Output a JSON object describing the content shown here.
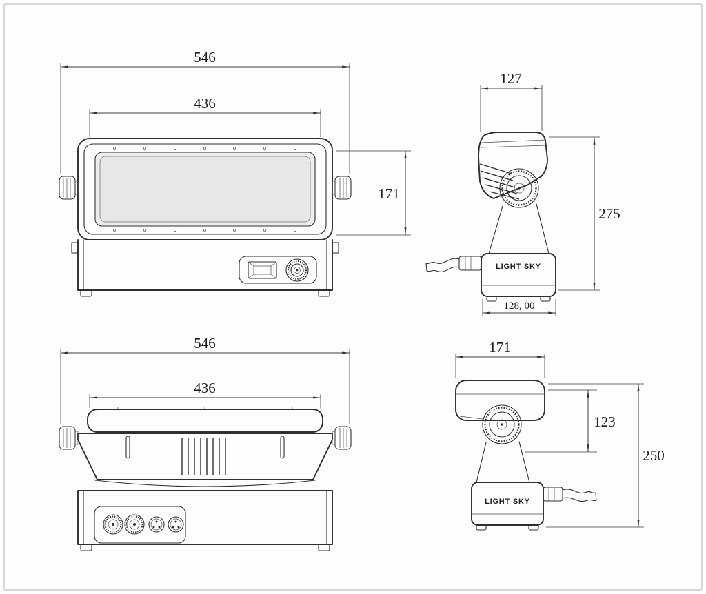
{
  "colors": {
    "line": "#2e2e2e",
    "dimension": "#3a3a3a",
    "screen_fill": "#ededed",
    "frame_border": "#d6d6d6"
  },
  "front_view": {
    "dim_overall_width": "546",
    "dim_inner_width": "436",
    "dim_height": "171"
  },
  "side_view_upper": {
    "dim_depth": "127",
    "dim_height": "275",
    "dim_base_width": "128, 00",
    "brand": "LIGHT SKY"
  },
  "rear_view": {
    "dim_overall_width": "546",
    "dim_inner_width": "436"
  },
  "side_view_lower": {
    "dim_depth": "171",
    "dim_upper_height": "123",
    "dim_height": "250",
    "brand": "LIGHT SKY"
  }
}
